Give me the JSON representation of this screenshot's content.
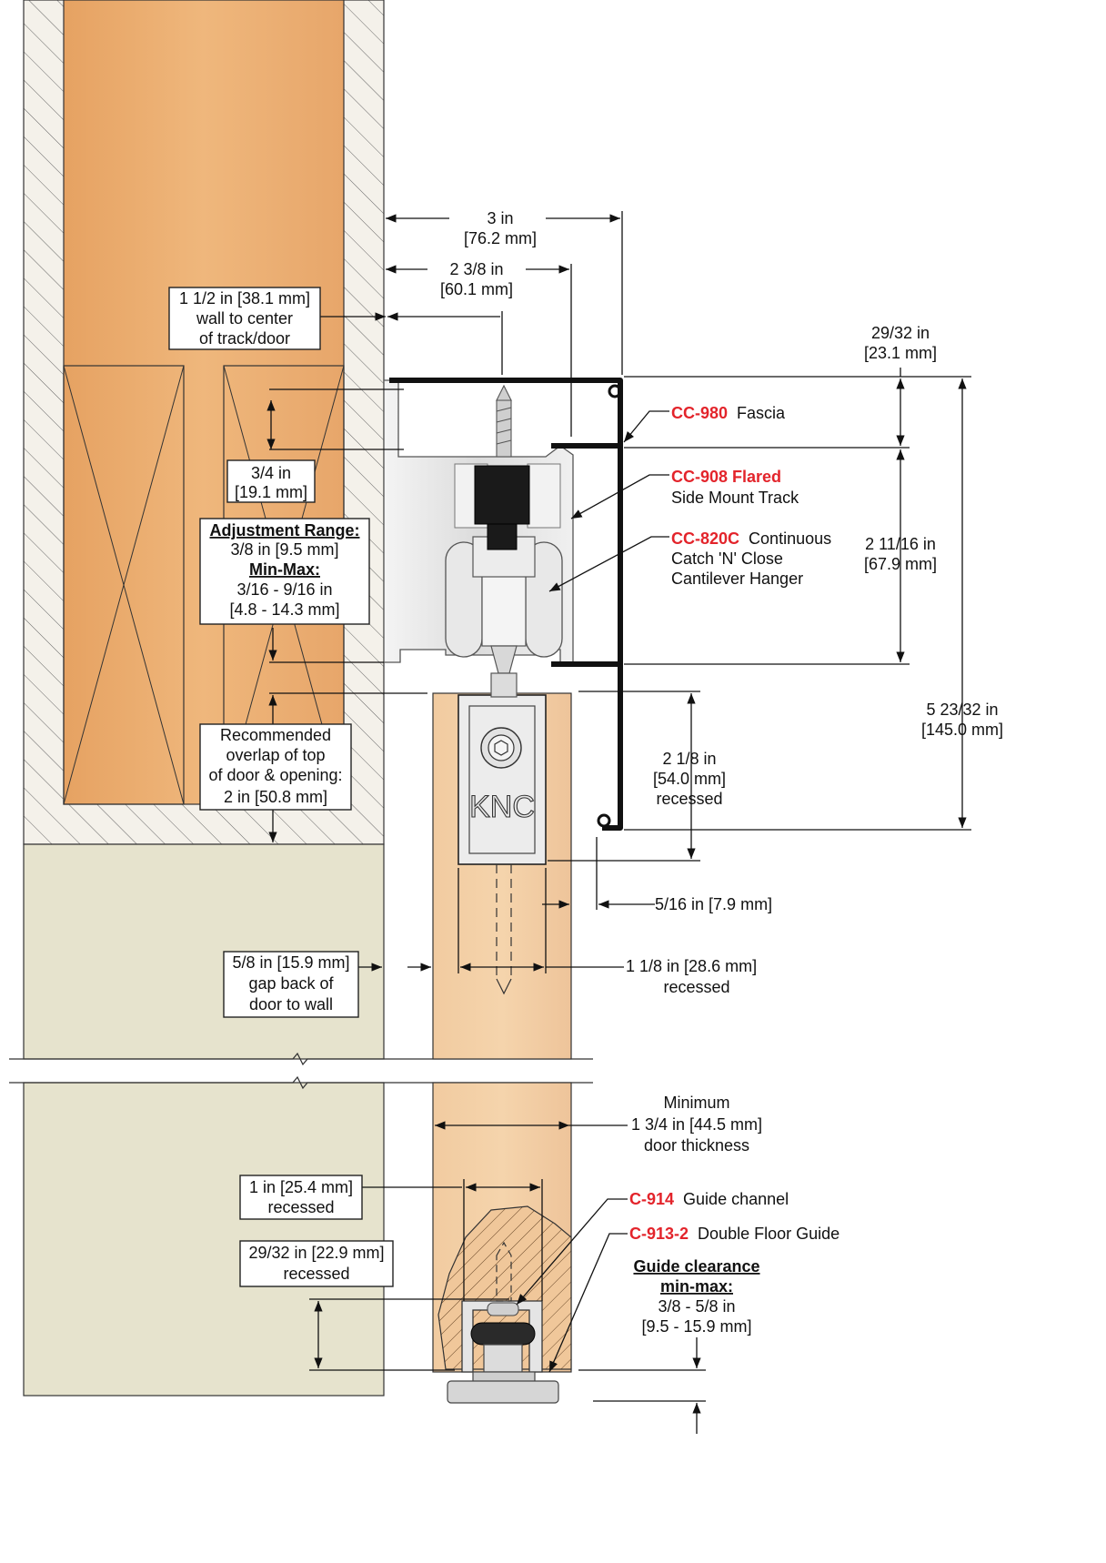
{
  "colors": {
    "part_number": "#e3242b",
    "wood_header": "#e9a96b",
    "wood_door": "#f0c79a",
    "drywall": "#e6e3cd",
    "hatch_wall": "#f2efe8",
    "aluminum": "#e8e8e8",
    "fascia": "#111111"
  },
  "dimensions": {
    "d_3in": "3 in",
    "d_3in_mm": "[76.2 mm]",
    "d_238": "2 3/8 in",
    "d_238_mm": "[60.1 mm]",
    "wall_center_1": "1 1/2 in [38.1 mm]",
    "wall_center_2": "wall to center",
    "wall_center_3": "of track/door",
    "d_2932_top": "29/32 in",
    "d_2932_top_mm": "[23.1 mm]",
    "d_34": "3/4 in",
    "d_34_mm": "[19.1 mm]",
    "adj_title": "Adjustment Range:",
    "adj_value": "3/8 in [9.5 mm]",
    "minmax_title": "Min-Max:",
    "minmax_value": "3/16 - 9/16 in",
    "minmax_mm": "[4.8 - 14.3 mm]",
    "overlap_1": "Recommended",
    "overlap_2": "overlap of top",
    "overlap_3": "of door & opening:",
    "overlap_4": "2 in [50.8 mm]",
    "d_21116": "2 11/16 in",
    "d_21116_mm": "[67.9 mm]",
    "d_52332": "5 23/32 in",
    "d_52332_mm": "[145.0 mm]",
    "d_218": "2 1/8 in",
    "d_218_mm": "[54.0 mm]",
    "d_218_rec": "recessed",
    "d_516": "5/16 in [7.9 mm]",
    "gap_1": "5/8 in [15.9 mm]",
    "gap_2": "gap back of",
    "gap_3": "door to wall",
    "d_118": "1 1/8 in [28.6 mm]",
    "d_118_rec": "recessed",
    "min_1": "Minimum",
    "min_2": "1 3/4 in [44.5 mm]",
    "min_3": "door thickness",
    "d_1in": "1 in [25.4 mm]",
    "d_1in_rec": "recessed",
    "d_2932_bot": "29/32 in [22.9 mm]",
    "d_2932_bot_rec": "recessed",
    "guide_1": "Guide clearance",
    "guide_2": "min-max:",
    "guide_3": "3/8 - 5/8 in",
    "guide_4": "[9.5 - 15.9 mm]"
  },
  "parts": {
    "fascia_code": "CC-980",
    "fascia_name": "Fascia",
    "track_code": "CC-908 Flared",
    "track_name": "Side Mount Track",
    "hanger_code": "CC-820C",
    "hanger_name_1": "Continuous",
    "hanger_name_2": "Catch 'N' Close",
    "hanger_name_3": "Cantilever Hanger",
    "channel_code": "C-914",
    "channel_name": "Guide channel",
    "guide_code": "C-913-2",
    "guide_name": "Double Floor Guide"
  },
  "logo_text": "KNC"
}
